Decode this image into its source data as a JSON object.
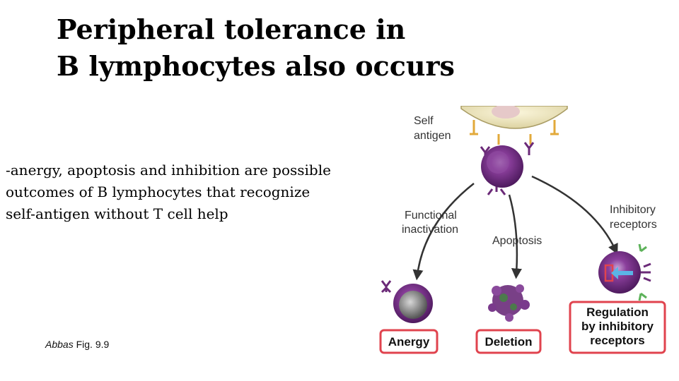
{
  "title": {
    "line1": "Peripheral tolerance in",
    "line2": "B lymphocytes also occurs"
  },
  "body": {
    "line1": "-anergy, apoptosis and inhibition are possible",
    "line2": "outcomes of B lymphocytes that recognize",
    "line3": "self-antigen without T cell help"
  },
  "caption": {
    "author": "Abbas",
    "figure": "Fig. 9.9"
  },
  "diagram": {
    "self_antigen": [
      "Self",
      "antigen"
    ],
    "functional_inactivation": [
      "Functional",
      "inactivation"
    ],
    "apoptosis": "Apoptosis",
    "inhibitory_receptors": [
      "Inhibitory",
      "receptors"
    ],
    "outcomes": {
      "anergy": "Anergy",
      "deletion": "Deletion",
      "regulation": [
        "Regulation",
        "by inhibitory",
        "receptors"
      ]
    },
    "colors": {
      "cell_purple": "#7a2e8a",
      "cell_dark": "#5a1d6a",
      "antigen_cell": "#efe8c0",
      "box_border": "#e0434e",
      "inhibitory_receptor": "#5db25a",
      "signal_arrow": "#5bb4e6"
    }
  }
}
